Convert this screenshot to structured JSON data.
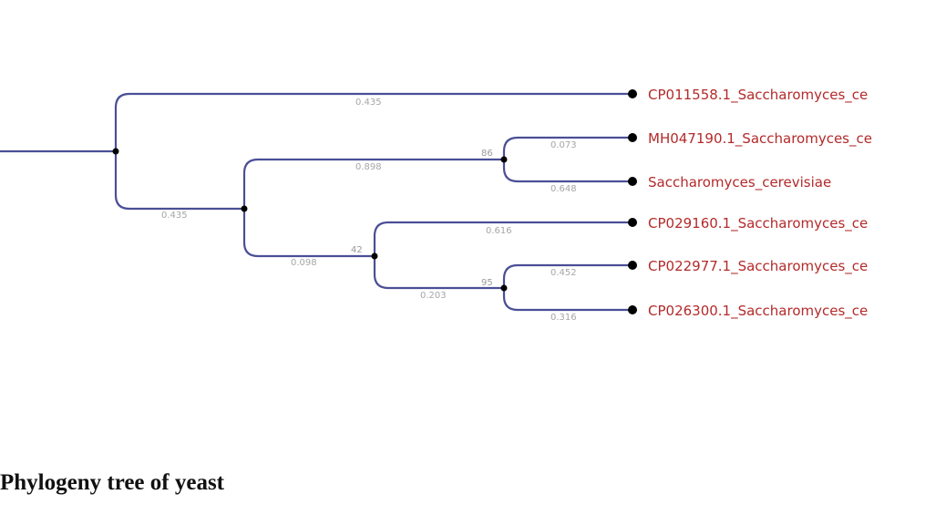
{
  "caption": "Phylogeny tree of yeast",
  "colors": {
    "branch": "#4a4f96",
    "leaf_label": "#b42a2a",
    "branch_length": "#a6a6a6",
    "node": "#000000"
  },
  "leaves": [
    {
      "label": "CP011558.1_Saccharomyces_ce",
      "branch_length": "0.435"
    },
    {
      "label": "MH047190.1_Saccharomyces_ce",
      "branch_length": "0.073"
    },
    {
      "label": "Saccharomyces_cerevisiae",
      "branch_length": "0.648"
    },
    {
      "label": "CP029160.1_Saccharomyces_ce",
      "branch_length": "0.616"
    },
    {
      "label": "CP022977.1_Saccharomyces_ce",
      "branch_length": "0.452"
    },
    {
      "label": "CP026300.1_Saccharomyces_ce",
      "branch_length": "0.316"
    }
  ],
  "internal": {
    "clade_a": {
      "branch_length": "0.435"
    },
    "clade_b": {
      "branch_length": "0.898",
      "support": "86"
    },
    "clade_c": {
      "branch_length": "0.098",
      "support": "42"
    },
    "clade_d": {
      "branch_length": "0.203",
      "support": "95"
    }
  }
}
